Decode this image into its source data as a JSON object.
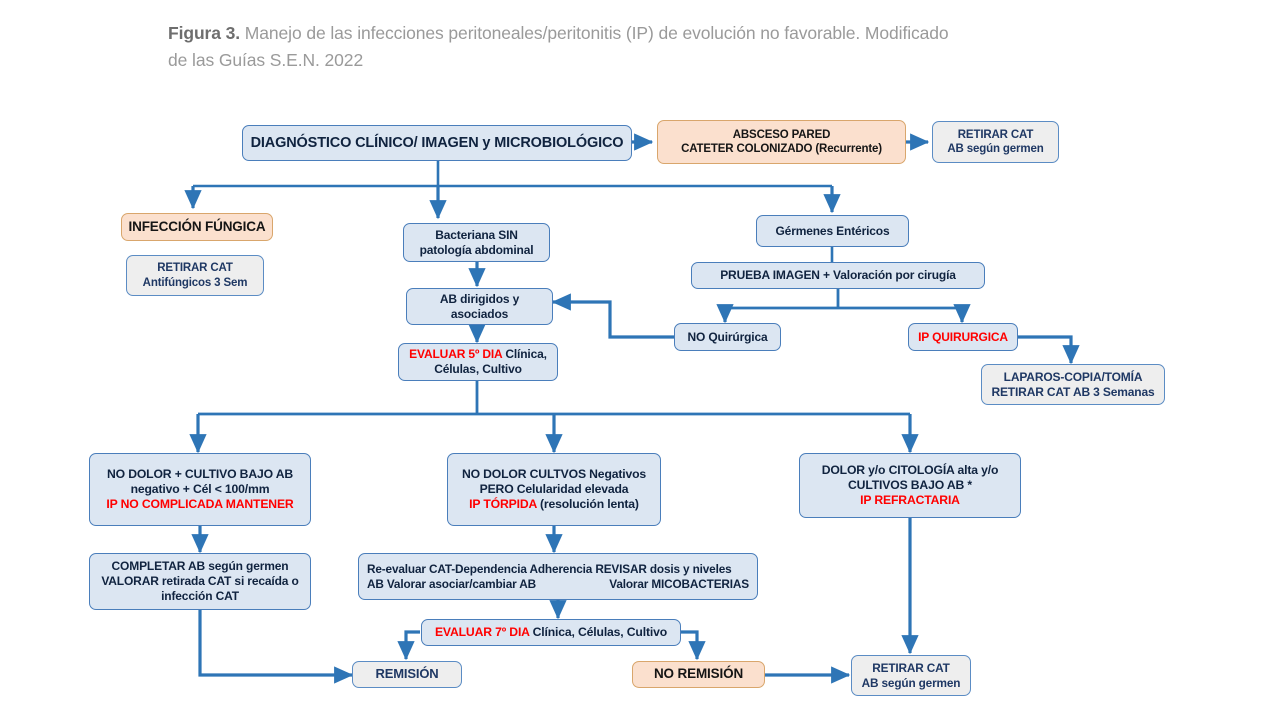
{
  "figure": {
    "label": "Figura 3.",
    "caption": "Manejo de las infecciones peritoneales/peritonitis (IP) de evolución no favorable. Modificado de las Guías S.E.N. 2022"
  },
  "colors": {
    "box_blue_fill": "#dce6f2",
    "box_blue_border": "#4a7ebb",
    "box_grey_fill": "#eeeeee",
    "box_grey_border": "#5b8cc4",
    "box_peach_fill": "#fbe0ce",
    "box_peach_border": "#d9a66c",
    "arrow": "#2e75b6",
    "highlight_text": "#ff0000",
    "caption_text": "#9a9a9a"
  },
  "chart_data": {
    "type": "diagram",
    "title": "Manejo de las infecciones peritoneales/peritonitis (IP) de evolución no favorable",
    "nodes": [
      {
        "id": "n1",
        "text": "DIAGNÓSTICO CLÍNICO/ IMAGEN y MICROBIOLÓGICO",
        "style": "blue"
      },
      {
        "id": "n2",
        "text": "ABSCESO PARED CATETER COLONIZADO (Recurrente)",
        "style": "peach"
      },
      {
        "id": "n3",
        "text": "RETIRAR CAT AB según germen",
        "style": "grey"
      },
      {
        "id": "n4",
        "text": "INFECCIÓN FÚNGICA",
        "style": "peach"
      },
      {
        "id": "n5",
        "text": "RETIRAR CAT Antifúngicos 3 Sem",
        "style": "grey"
      },
      {
        "id": "n6",
        "text": "Bacteriana SIN patología abdominal",
        "style": "blue"
      },
      {
        "id": "n7",
        "text": "Gérmenes Entéricos",
        "style": "blue"
      },
      {
        "id": "n8",
        "text": "PRUEBA IMAGEN + Valoración por cirugía",
        "style": "blue"
      },
      {
        "id": "n9",
        "text": "AB dirigidos y asociados",
        "style": "blue"
      },
      {
        "id": "n10",
        "text": "NO Quirúrgica",
        "style": "blue"
      },
      {
        "id": "n11",
        "text": "IP QUIRURGICA",
        "style": "blue"
      },
      {
        "id": "n12",
        "text": "LAPAROS-COPIA/TOMÍA RETIRAR CAT AB 3 Semanas",
        "style": "grey"
      },
      {
        "id": "n13",
        "text": "EVALUAR 5º DIA Clínica, Células, Cultivo",
        "style": "blue"
      },
      {
        "id": "n14",
        "text": "NO DOLOR + CULTIVO BAJO AB negativo + Cél < 100/mm IP NO COMPLICADA MANTENER",
        "style": "blue"
      },
      {
        "id": "n15",
        "text": "NO DOLOR CULTVOS Negativos PERO Celularidad elevada IP TÓRPIDA (resolución lenta)",
        "style": "blue"
      },
      {
        "id": "n16",
        "text": "DOLOR y/o CITOLOGÍA alta y/o CULTIVOS BAJO AB * IP REFRACTARIA",
        "style": "blue"
      },
      {
        "id": "n17",
        "text": "COMPLETAR AB según germen VALORAR retirada CAT si recaída o infección CAT",
        "style": "blue"
      },
      {
        "id": "n18",
        "text": "Re-evaluar CAT-Dependencia Adherencia REVISAR dosis y niveles AB Valorar asociar/cambiar AB Valorar MICOBACTERIAS",
        "style": "blue"
      },
      {
        "id": "n19",
        "text": "EVALUAR 7º DIA Clínica, Células, Cultivo",
        "style": "blue"
      },
      {
        "id": "n20",
        "text": "REMISIÓN",
        "style": "grey"
      },
      {
        "id": "n21",
        "text": "NO REMISIÓN",
        "style": "peach"
      },
      {
        "id": "n22",
        "text": "RETIRAR CAT AB según germen",
        "style": "grey"
      }
    ],
    "edges": [
      {
        "from": "n1",
        "to": "n2"
      },
      {
        "from": "n2",
        "to": "n3"
      },
      {
        "from": "n1",
        "to": "n4"
      },
      {
        "from": "n1",
        "to": "n6"
      },
      {
        "from": "n1",
        "to": "n7"
      },
      {
        "from": "n6",
        "to": "n9"
      },
      {
        "from": "n7",
        "to": "n8"
      },
      {
        "from": "n8",
        "to": "n10"
      },
      {
        "from": "n8",
        "to": "n11"
      },
      {
        "from": "n10",
        "to": "n9"
      },
      {
        "from": "n11",
        "to": "n12"
      },
      {
        "from": "n9",
        "to": "n13"
      },
      {
        "from": "n13",
        "to": "n14"
      },
      {
        "from": "n13",
        "to": "n15"
      },
      {
        "from": "n13",
        "to": "n16"
      },
      {
        "from": "n14",
        "to": "n17"
      },
      {
        "from": "n15",
        "to": "n18"
      },
      {
        "from": "n18",
        "to": "n19"
      },
      {
        "from": "n19",
        "to": "n20"
      },
      {
        "from": "n19",
        "to": "n21"
      },
      {
        "from": "n17",
        "to": "n20"
      },
      {
        "from": "n21",
        "to": "n22"
      },
      {
        "from": "n16",
        "to": "n22"
      }
    ]
  },
  "nodes": {
    "diagnostico": {
      "line1": "DIAGNÓSTICO CLÍNICO/ IMAGEN y MICROBIOLÓGICO"
    },
    "absceso": {
      "line1": "ABSCESO PARED",
      "line2": "CATETER COLONIZADO (Recurrente)"
    },
    "retirar_cat_top": {
      "line1": "RETIRAR CAT",
      "line2": "AB según germen"
    },
    "infeccion_fungica": {
      "line1": "INFECCIÓN FÚNGICA"
    },
    "retirar_cat_fung": {
      "line1": "RETIRAR CAT",
      "line2": "Antifúngicos 3 Sem"
    },
    "bacteriana": {
      "line1": "Bacteriana SIN",
      "line2": "patología abdominal"
    },
    "germenes": {
      "line1": "Gérmenes Entéricos"
    },
    "prueba_imagen": {
      "line1": "PRUEBA IMAGEN + Valoración por cirugía"
    },
    "ab_dirigidos": {
      "line1": "AB  dirigidos y",
      "line2": "asociados"
    },
    "no_quirurgica": {
      "line1": "NO Quirúrgica"
    },
    "ip_quirurgica": {
      "line1": "IP QUIRURGICA"
    },
    "laparos": {
      "line1": "LAPAROS-COPIA/TOMÍA",
      "line2": "RETIRAR CAT AB 3 Semanas"
    },
    "evaluar5": {
      "red": "EVALUAR 5º DIA",
      "rest": " Clínica,",
      "line2": "Células, Cultivo"
    },
    "no_complicada": {
      "line1": "NO DOLOR + CULTIVO BAJO AB",
      "line2": "negativo + Cél < 100/mm",
      "line3": "IP NO COMPLICADA MANTENER"
    },
    "torpida": {
      "line1": "NO DOLOR CULTVOS Negativos",
      "line2": "PERO Celularidad elevada",
      "line3_red": "IP TÓRPIDA",
      "line3_rest": " (resolución lenta)"
    },
    "refractaria": {
      "line1": "DOLOR y/o CITOLOGÍA alta y/o",
      "line2": "CULTIVOS BAJO AB *",
      "line3": "IP REFRACTARIA"
    },
    "completar_ab": {
      "line1": "COMPLETAR AB según germen",
      "line2": "VALORAR retirada CAT si recaída o",
      "line3": "infección CAT"
    },
    "reevaluar": {
      "line1": "Re-evaluar CAT-Dependencia Adherencia REVISAR dosis y niveles",
      "line2a": "AB Valorar asociar/cambiar AB",
      "line2b": "Valorar  MICOBACTERIAS"
    },
    "evaluar7": {
      "red": "EVALUAR 7º DIA",
      "rest": " Clínica, Células, Cultivo"
    },
    "remision": {
      "line1": "REMISIÓN"
    },
    "no_remision": {
      "line1": "NO REMISIÓN"
    },
    "retirar_cat_bot": {
      "line1": "RETIRAR CAT",
      "line2": "AB según germen"
    }
  }
}
